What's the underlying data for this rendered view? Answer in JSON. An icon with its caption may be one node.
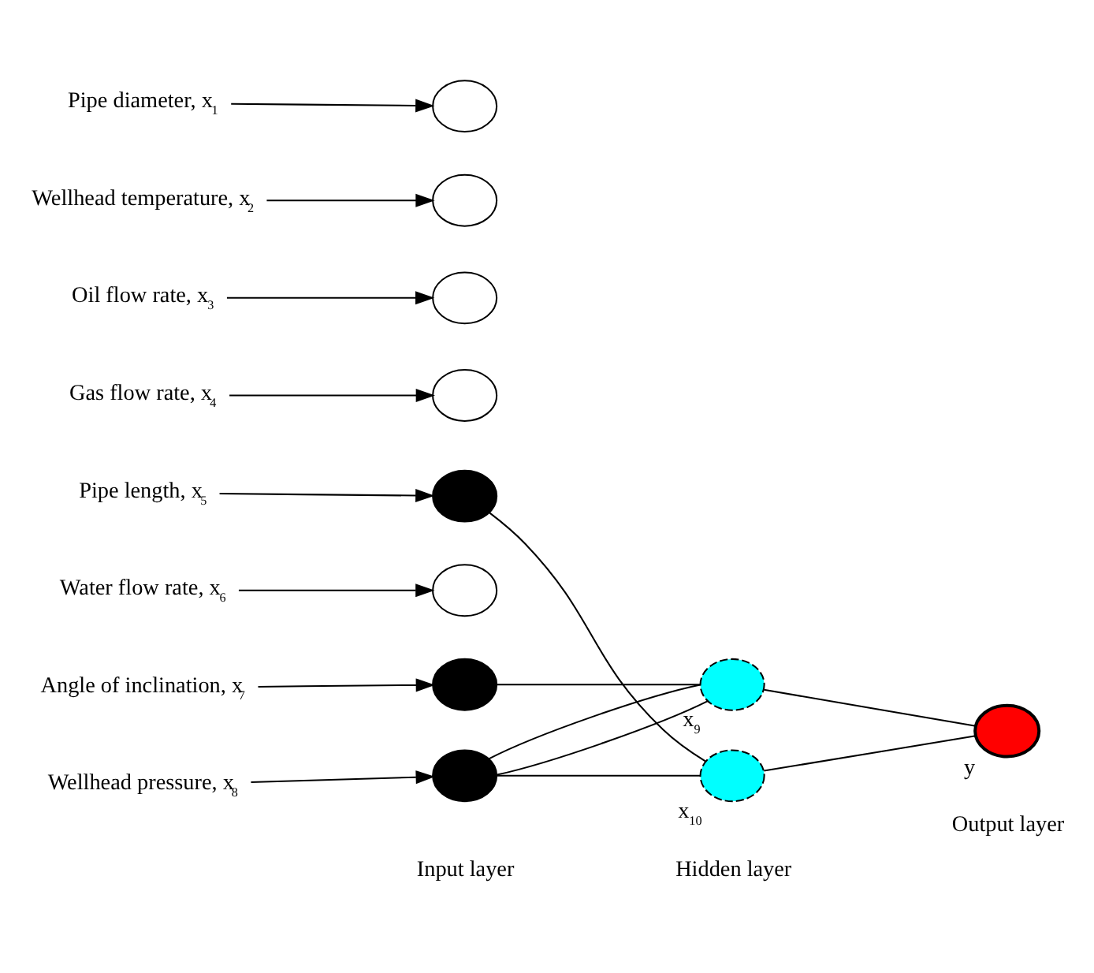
{
  "diagram": {
    "nodes": [
      {
        "text": [
          "Pipe diameter, x$_{1}$"
        ]
      },
      {
        "text": [
          "Wellhead temperature, x$_{2}$"
        ]
      },
      {
        "text": [
          "Oil flow rate, x$_{3}$"
        ]
      },
      {
        "text": [
          "Gas flow rate, x$_{4}$"
        ]
      },
      {
        "text": [
          "Pipe length, x$_{5}$"
        ]
      },
      {
        "text": [
          "Water flow rate, x$_{6}$"
        ]
      },
      {
        "text": [
          "Angle of inclination, x$_{7}$"
        ]
      },
      {
        "text": [
          "Wellhead pressure, x$_{8}$"
        ]
      },
      {
        "text": [],
        "shape": "circle"
      },
      {
        "text": [],
        "shape": "circle"
      },
      {
        "text": [],
        "shape": "circle"
      },
      {
        "text": [],
        "shape": "circle"
      },
      {
        "text": [],
        "shape": "circle"
      },
      {
        "text": [],
        "shape": "circle"
      },
      {
        "text": [],
        "shape": "circle"
      },
      {
        "text": [],
        "shape": "circle"
      },
      {
        "text": [],
        "shape": "circle",
        "beside": [
          "x$_{9}$"
        ]
      },
      {
        "text": [],
        "shape": "circle",
        "beside": [
          "x$_{10}$"
        ]
      },
      {
        "text": [],
        "shape": "circle",
        "beside": [
          "y"
        ]
      }
    ],
    "edges": [
      {
        "from": 0,
        "to": 8,
        "arrow": "to"
      },
      {
        "from": 1,
        "to": 9,
        "arrow": "to"
      },
      {
        "from": 2,
        "to": 10,
        "arrow": "to"
      },
      {
        "from": 3,
        "to": 11,
        "arrow": "to"
      },
      {
        "from": 4,
        "to": 12,
        "arrow": "to"
      },
      {
        "from": 5,
        "to": 13,
        "arrow": "to"
      },
      {
        "from": 6,
        "to": 14,
        "arrow": "to"
      },
      {
        "from": 7,
        "to": 15,
        "arrow": "to"
      },
      {
        "from": 12,
        "to": 17,
        "arrow": "none"
      },
      {
        "from": 14,
        "to": 16,
        "arrow": "none"
      },
      {
        "from": 15,
        "to": 16,
        "arrow": "none"
      },
      {
        "from": 15,
        "to": 16,
        "arrow": "none"
      },
      {
        "from": 15,
        "to": 17,
        "arrow": "none"
      },
      {
        "from": 16,
        "to": 18,
        "arrow": "none"
      },
      {
        "from": 17,
        "to": 18,
        "arrow": "none"
      }
    ],
    "labels": [
      "Input layer",
      "Hidden layer",
      "Output layer"
    ]
  }
}
